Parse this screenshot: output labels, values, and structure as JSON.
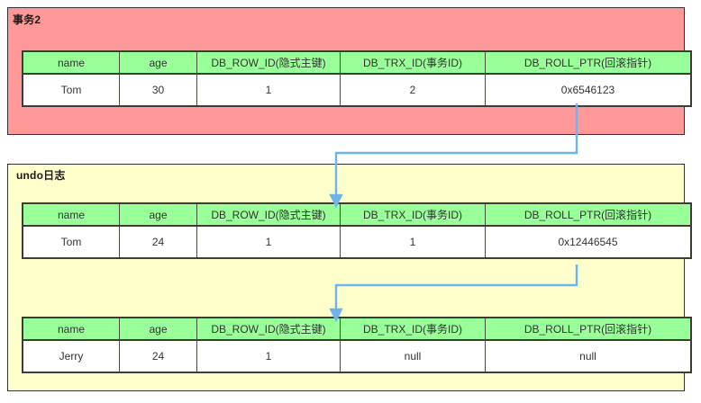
{
  "diagram": {
    "title_bar_colors": {
      "transaction_panel": "#ff9999",
      "undo_panel": "#ffffcc",
      "table_header": "#99ff99",
      "table_cell": "#ffffff",
      "connector": "#6cb4ee",
      "border": "#333333"
    },
    "columns": [
      "name",
      "age",
      "DB_ROW_ID(隐式主键)",
      "DB_TRX_ID(事务ID)",
      "DB_ROLL_PTR(回滚指针)"
    ],
    "sections": [
      {
        "id": "transaction",
        "title": "事务2",
        "tables": [
          {
            "id": "current-row",
            "cells": [
              "Tom",
              "30",
              "1",
              "2",
              "0x6546123"
            ]
          }
        ]
      },
      {
        "id": "undo-log",
        "title": "undo日志",
        "tables": [
          {
            "id": "undo-entry-1",
            "cells": [
              "Tom",
              "24",
              "1",
              "1",
              "0x12446545"
            ]
          },
          {
            "id": "undo-entry-2",
            "cells": [
              "Jerry",
              "24",
              "1",
              "null",
              "null"
            ]
          }
        ]
      }
    ],
    "connectors": [
      {
        "id": "roll-ptr-to-undo-1",
        "from": "current-row.DB_ROLL_PTR",
        "to": "undo-entry-1.DB_TRX_ID"
      },
      {
        "id": "roll-ptr-to-undo-2",
        "from": "undo-entry-1.DB_ROLL_PTR",
        "to": "undo-entry-2.DB_TRX_ID"
      }
    ]
  }
}
